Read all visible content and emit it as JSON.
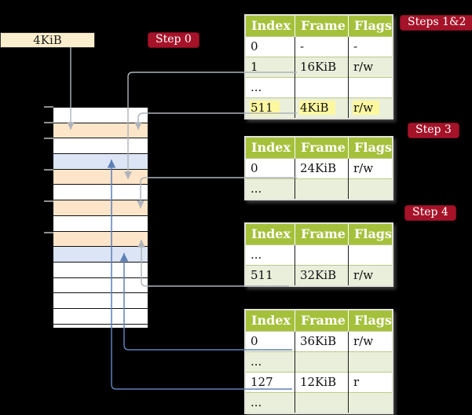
{
  "frame_box": {
    "label": "4KiB"
  },
  "badges": [
    {
      "id": "step0",
      "label": "Step 0"
    },
    {
      "id": "steps12",
      "label": "Steps 1&2"
    },
    {
      "id": "step3",
      "label": "Step 3"
    },
    {
      "id": "step4",
      "label": "Step 4"
    }
  ],
  "tables": [
    {
      "name": "page-table-step-1-2",
      "headers": [
        "Index",
        "Frame",
        "Flags"
      ],
      "rows": [
        [
          "0",
          "-",
          "-"
        ],
        [
          "1",
          "16KiB",
          "r/w"
        ],
        [
          "...",
          "",
          ""
        ],
        [
          "511",
          "4KiB",
          "r/w"
        ]
      ],
      "highlight_row": 3
    },
    {
      "name": "page-table-step-3",
      "headers": [
        "Index",
        "Frame",
        "Flags"
      ],
      "rows": [
        [
          "0",
          "24KiB",
          "r/w"
        ],
        [
          "...",
          "",
          ""
        ]
      ],
      "highlight_row": null
    },
    {
      "name": "page-table-step-4",
      "headers": [
        "Index",
        "Frame",
        "Flags"
      ],
      "rows": [
        [
          "...",
          "",
          ""
        ],
        [
          "511",
          "32KiB",
          "r/w"
        ]
      ],
      "highlight_row": null
    },
    {
      "name": "page-table-level-1",
      "headers": [
        "Index",
        "Frame",
        "Flags"
      ],
      "rows": [
        [
          "0",
          "36KiB",
          "r/w"
        ],
        [
          "...",
          "",
          ""
        ],
        [
          "127",
          "12KiB",
          "r"
        ],
        [
          "...",
          "",
          ""
        ]
      ],
      "highlight_row": null
    }
  ],
  "memory": {
    "rows": [
      "free",
      "table",
      "free",
      "page",
      "table",
      "free",
      "table",
      "free",
      "table",
      "page",
      "free",
      "free",
      "free",
      "free"
    ]
  },
  "colors": {
    "frame_box": "#fbeecd",
    "badge": "#a51329",
    "table_header": "#a5c13c",
    "row_alt": "#e9efda",
    "highlight": "#fdf8a0",
    "table_frame": "#fce5c9",
    "mapped_page": "#dbe5f5",
    "connector_gray": "#aeb3ba",
    "connector_blue": "#5d80b5"
  }
}
